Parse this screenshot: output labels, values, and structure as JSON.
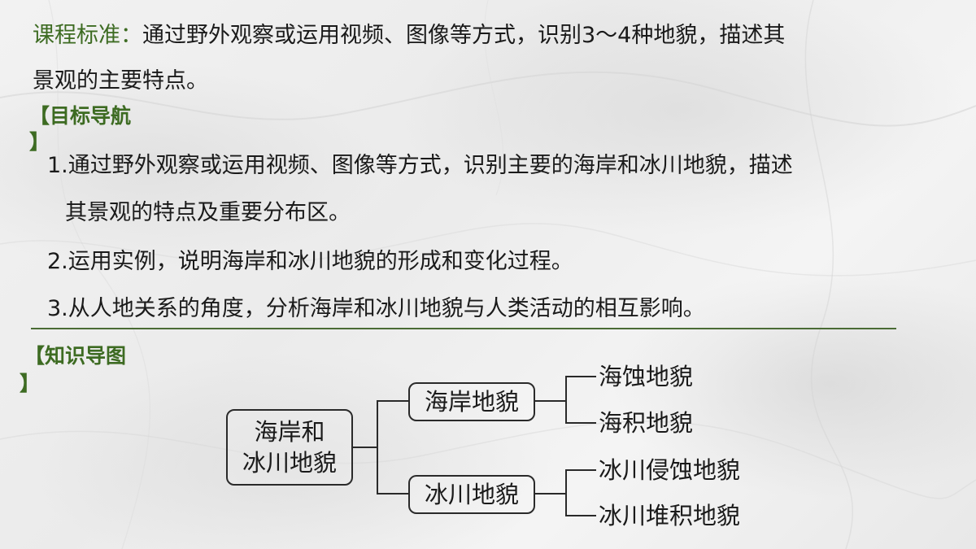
{
  "standard": {
    "label": "课程标准：",
    "text_line1": "通过野外观察或运用视频、图像等方式，识别3～4种地貌，描述其",
    "text_line2": "景观的主要特点。"
  },
  "goals": {
    "heading_line1": "【目标导航",
    "heading_line2": "】",
    "items": [
      {
        "line1": "1.通过野外观察或运用视频、图像等方式，识别主要的海岸和冰川地貌，描述",
        "line2": "其景观的特点及重要分布区。"
      },
      {
        "line1": "2.运用实例，说明海岸和冰川地貌的形成和变化过程。"
      },
      {
        "line1": "3.从人地关系的角度，分析海岸和冰川地貌与人类活动的相互影响。"
      }
    ]
  },
  "knowledge_map": {
    "heading_line1": "【知识导图",
    "heading_line2": "】",
    "root": {
      "line1": "海岸和",
      "line2": "冰川地貌"
    },
    "branches": [
      {
        "label": "海岸地貌",
        "leaves": [
          "海蚀地貌",
          "海积地貌"
        ]
      },
      {
        "label": "冰川地貌",
        "leaves": [
          "冰川侵蚀地貌",
          "冰川堆积地貌"
        ]
      }
    ]
  }
}
